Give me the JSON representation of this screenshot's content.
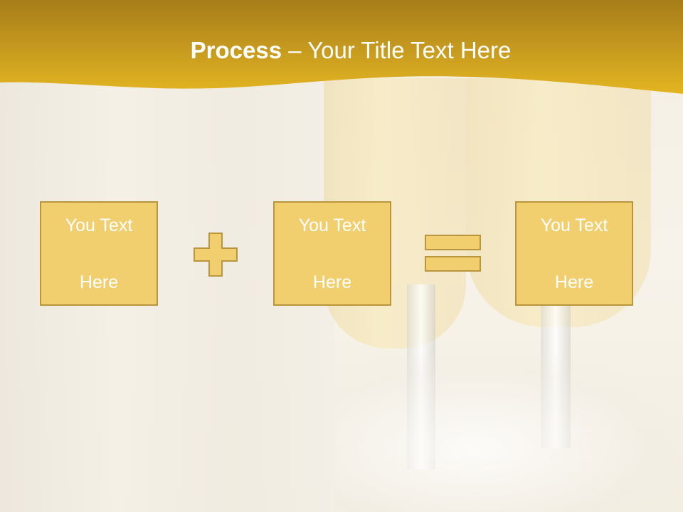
{
  "header": {
    "title_bold": "Process",
    "title_rest": " – Your Title Text Here"
  },
  "boxes": [
    {
      "line1": "You Text",
      "line2": "Here"
    },
    {
      "line1": "You Text",
      "line2": "Here"
    },
    {
      "line1": "You Text",
      "line2": "Here"
    }
  ],
  "colors": {
    "banner_top": "#a67d1a",
    "banner_bottom": "#e3b522",
    "box_fill": "#f2cf6e",
    "box_border": "#b9963e",
    "operator_fill": "#f2cf6e"
  },
  "icons": {
    "plus": "plus-icon",
    "equals": "equals-icon"
  }
}
